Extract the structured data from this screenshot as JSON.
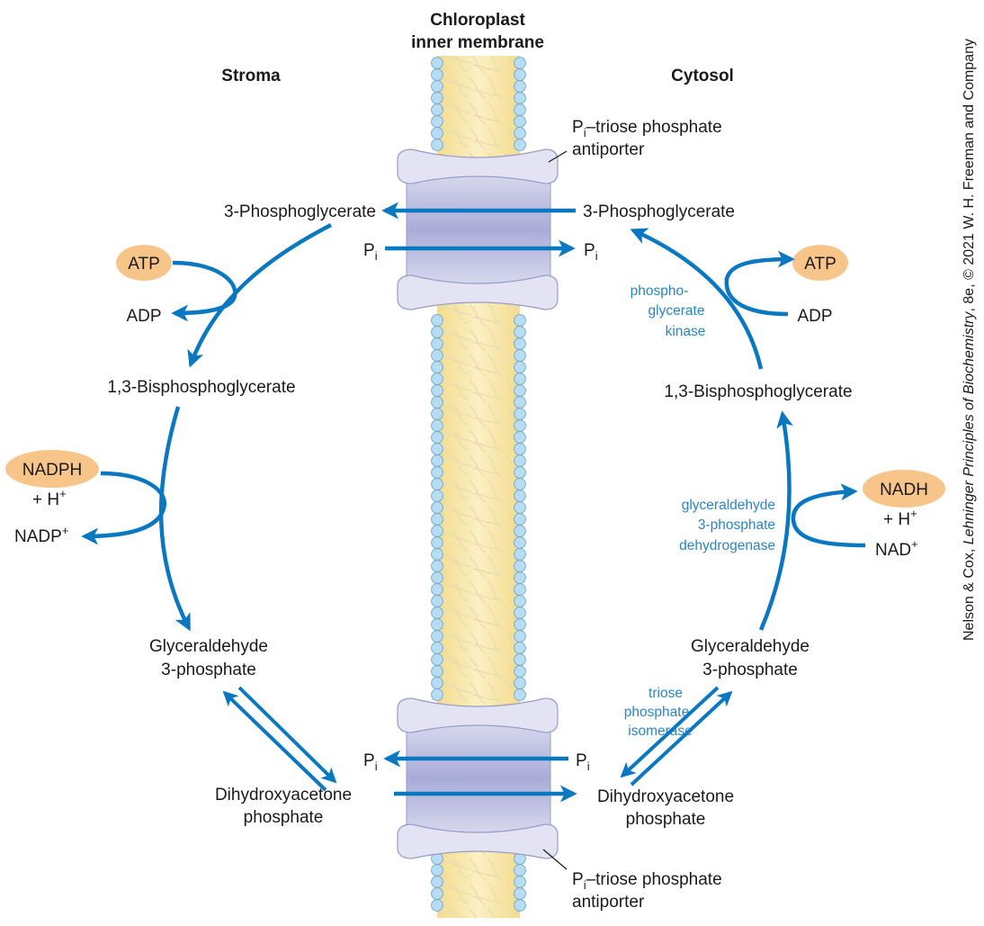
{
  "header": {
    "membrane_line1": "Chloroplast",
    "membrane_line2": "inner membrane",
    "stroma": "Stroma",
    "cytosol": "Cytosol"
  },
  "transporter": {
    "top_label_line1_main": "P",
    "top_label_line1_sub": "i",
    "top_label_line1_rest": "–triose phosphate",
    "top_label_line2": "antiporter",
    "bottom_label_line1_main": "P",
    "bottom_label_line1_sub": "i",
    "bottom_label_line1_rest": "–triose phosphate",
    "bottom_label_line2": "antiporter"
  },
  "stroma": {
    "pga": "3-Phosphoglycerate",
    "bpg": "1,3-Bisphosphoglycerate",
    "gap_line1": "Glyceraldehyde",
    "gap_line2": "3-phosphate",
    "dhap_line1": "Dihydroxyacetone",
    "dhap_line2": "phosphate",
    "atp": "ATP",
    "adp": "ADP",
    "nadph": "NADPH",
    "h_main": "+ H",
    "h_sup": "+",
    "nadp_main": "NADP",
    "nadp_sup": "+"
  },
  "cytosol": {
    "pga": "3-Phosphoglycerate",
    "bpg": "1,3-Bisphosphoglycerate",
    "gap_line1": "Glyceraldehyde",
    "gap_line2": "3-phosphate",
    "dhap_line1": "Dihydroxyacetone",
    "dhap_line2": "phosphate",
    "atp": "ATP",
    "adp": "ADP",
    "nadh": "NADH",
    "h_main": "+ H",
    "h_sup": "+",
    "nad_main": "NAD",
    "nad_sup": "+"
  },
  "pi": {
    "main": "P",
    "sub": "i"
  },
  "enzymes": {
    "pgk_line1": "phospho-",
    "pgk_line2": "glycerate",
    "pgk_line3": "kinase",
    "gapdh_line1": "glyceraldehyde",
    "gapdh_line2": "3-phosphate",
    "gapdh_line3": "dehydrogenase",
    "tpi_line1": "triose",
    "tpi_line2": "phosphate",
    "tpi_line3": "isomerase"
  },
  "credit": {
    "part1": "Nelson & Cox, ",
    "part2_italic": "Lehninger Principles of Biochemistry",
    "part3": ", 8e, © 2021 W. H. Freeman and Company"
  },
  "colors": {
    "arrow": "#0a78c0",
    "enzyme_text": "#2a86c4",
    "cofactor_fill": "#f7c48a",
    "membrane_core": "#f7e7a8",
    "lipid_head": "#b8dcf2",
    "transporter": "#dcdcf0"
  }
}
